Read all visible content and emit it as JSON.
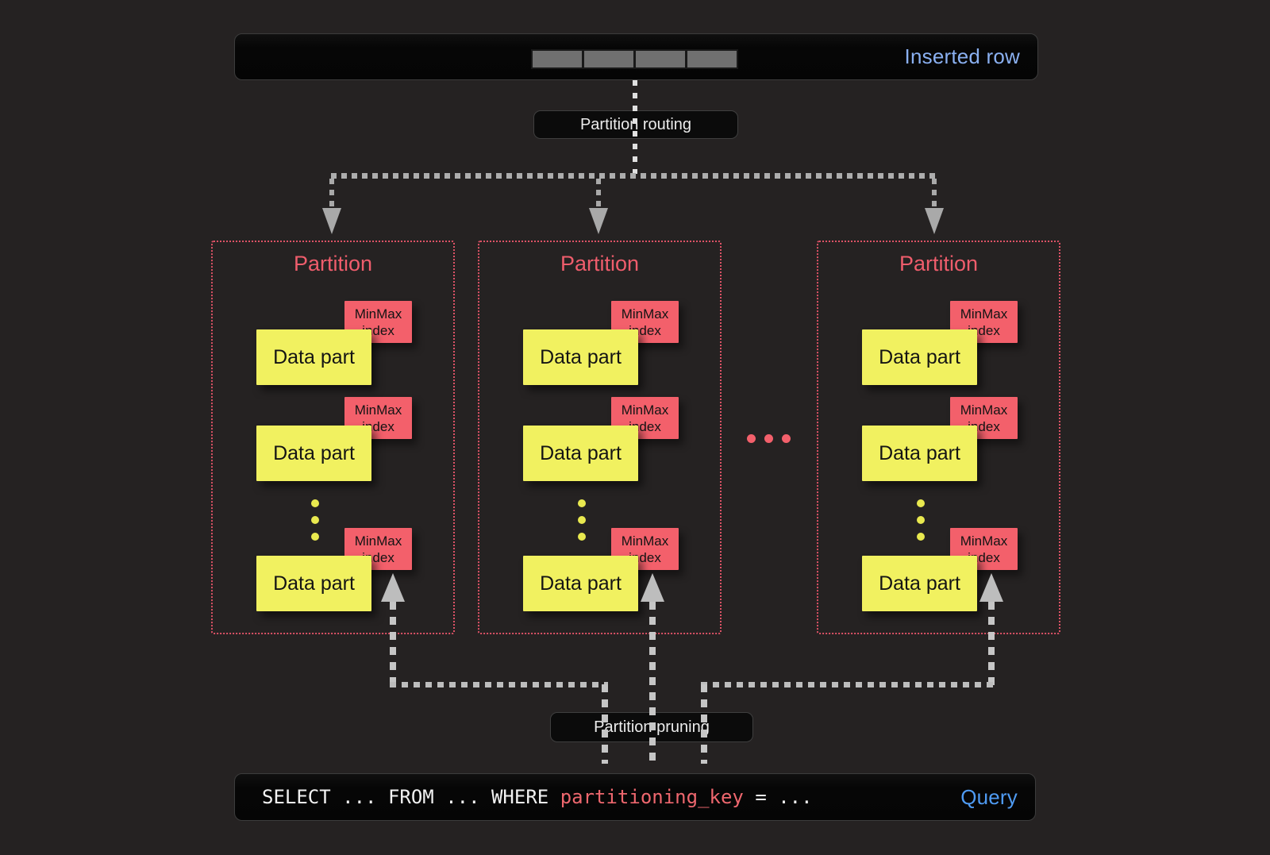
{
  "colors": {
    "background": "#252222",
    "panel_border": "#3c3c3c",
    "accent_pink": "#dd5266",
    "accent_pink_text": "#ef5d6c",
    "tag_red": "#f3606b",
    "part_yellow": "#f1f160",
    "dot_yellow": "#e9e94f",
    "label_text": "#ececec",
    "inserted_row_blue": "#8ab0f1",
    "query_blue": "#4f9bf3",
    "arrow_gray": "#a9a9a9",
    "dash_white": "#e0e0e0",
    "code_red": "#ee676e",
    "code_white": "#f2f2f2"
  },
  "inserted_row": {
    "label": "Inserted row",
    "cell_count": 4
  },
  "routing": {
    "label": "Partition routing"
  },
  "pruning": {
    "label": "Partition pruning"
  },
  "partitions": [
    {
      "title": "Partition",
      "parts": [
        {
          "part_label": "Data part",
          "index_label": "MinMax index"
        },
        {
          "part_label": "Data part",
          "index_label": "MinMax index"
        },
        {
          "part_label": "Data part",
          "index_label": "MinMax index"
        }
      ]
    },
    {
      "title": "Partition",
      "parts": [
        {
          "part_label": "Data part",
          "index_label": "MinMax index"
        },
        {
          "part_label": "Data part",
          "index_label": "MinMax index"
        },
        {
          "part_label": "Data part",
          "index_label": "MinMax index"
        }
      ]
    },
    {
      "title": "Partition",
      "parts": [
        {
          "part_label": "Data part",
          "index_label": "MinMax index"
        },
        {
          "part_label": "Data part",
          "index_label": "MinMax index"
        },
        {
          "part_label": "Data part",
          "index_label": "MinMax index"
        }
      ]
    }
  ],
  "between_partitions_ellipsis": "...",
  "query": {
    "sql_prefix": "SELECT ... FROM ... WHERE ",
    "sql_key": "partitioning_key",
    "sql_suffix": " = ...",
    "label": "Query"
  }
}
